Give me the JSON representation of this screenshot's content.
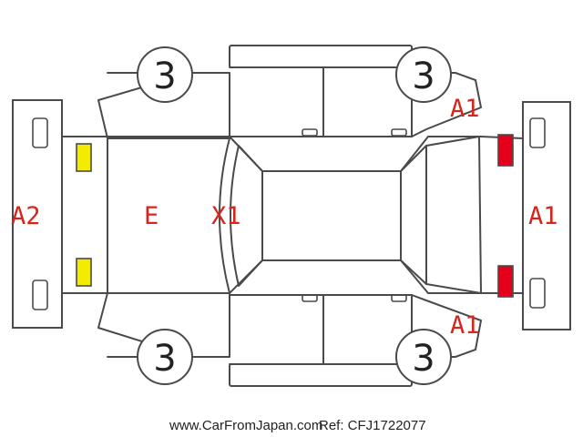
{
  "colors": {
    "code": "#d9241c",
    "line": "#4a4a4a",
    "yellow_light": "#f4ec00",
    "red_light": "#e4001b"
  },
  "wheels": {
    "front_left_count": "3",
    "front_right_count": "3",
    "rear_left_count": "3",
    "rear_right_count": "3"
  },
  "codes": {
    "front_bumper": "A2",
    "hood": "E",
    "windshield": "X1",
    "rear_bumper": "A1",
    "rear_top_corner": "A1",
    "rear_bottom_corner": "A1"
  },
  "footer": {
    "website": "www.CarFromJapan.com",
    "ref": "Ref: CFJ1722077"
  }
}
